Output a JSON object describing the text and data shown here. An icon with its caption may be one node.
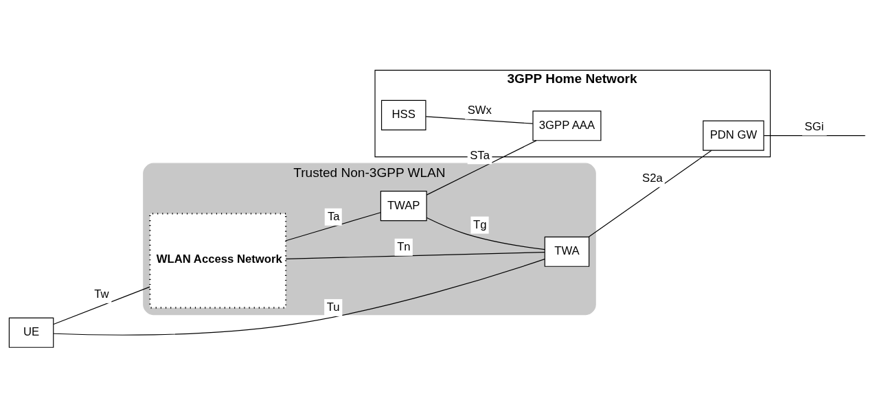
{
  "diagram": {
    "nodes": [
      {
        "text": [
          "3GPP Home Network"
        ]
      },
      {
        "text": [
          "HSS"
        ],
        "in": 0
      },
      {
        "text": [
          "3GPP AAA"
        ],
        "in": 0
      },
      {
        "text": [
          "PDN GW"
        ],
        "in": 0
      },
      {
        "text": [
          "Trusted Non-3GPP WLAN"
        ]
      },
      {
        "text": [
          "WLAN Access Network"
        ],
        "in": 4
      },
      {
        "text": [
          "TWAP"
        ],
        "in": 4
      },
      {
        "text": [
          "TWA"
        ],
        "in": 4
      },
      {
        "text": [
          "UE"
        ]
      }
    ],
    "edges": [
      {
        "from": 1,
        "to": 2,
        "arrow": "none",
        "label": "SWx"
      },
      {
        "from": 6,
        "to": 2,
        "arrow": "none",
        "label": "STa"
      },
      {
        "from": 6,
        "to": 7,
        "arrow": "none",
        "label": "Tg"
      },
      {
        "from": 7,
        "to": 3,
        "arrow": "none",
        "label": "S2a"
      },
      {
        "from": 3,
        "to": null,
        "arrow": "none",
        "label": "SGi"
      },
      {
        "from": 5,
        "to": 6,
        "arrow": "none",
        "label": "Ta"
      },
      {
        "from": 5,
        "to": 7,
        "arrow": "none",
        "label": "Tn"
      },
      {
        "from": 8,
        "to": 5,
        "arrow": "none",
        "label": "Tw"
      },
      {
        "from": 8,
        "to": 7,
        "arrow": "none",
        "label": "Tu"
      }
    ]
  }
}
